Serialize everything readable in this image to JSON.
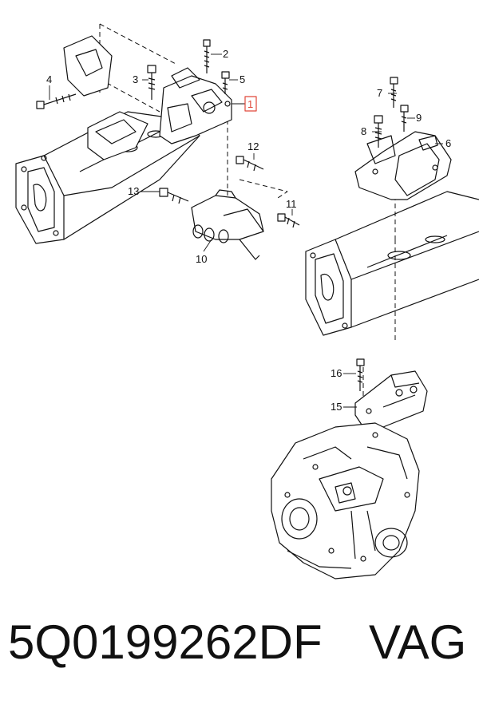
{
  "callouts": {
    "c1": "1",
    "c2": "2",
    "c3": "3",
    "c4": "4",
    "c5": "5",
    "c6": "6",
    "c7": "7",
    "c8": "8",
    "c9": "9",
    "c10": "10",
    "c11": "11",
    "c12": "12",
    "c13": "13",
    "c15": "15",
    "c16": "16"
  },
  "highlight_color": "#e0483a",
  "footer": {
    "part_number": "5Q0199262DF",
    "brand": "VAG"
  }
}
